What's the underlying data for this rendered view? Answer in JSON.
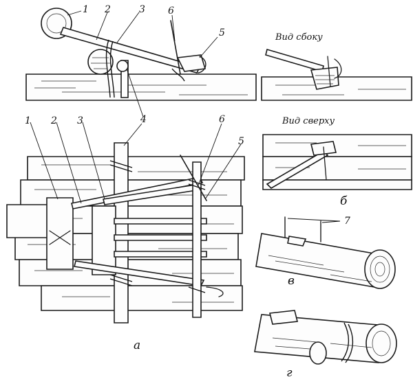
{
  "figure": {
    "callouts": [
      "1",
      "2",
      "3",
      "4",
      "5",
      "6",
      "7"
    ],
    "panel_letters": [
      "а",
      "б",
      "в",
      "г"
    ],
    "captions": {
      "side_view": "Вид сбоку",
      "top_view": "Вид сверху"
    }
  }
}
